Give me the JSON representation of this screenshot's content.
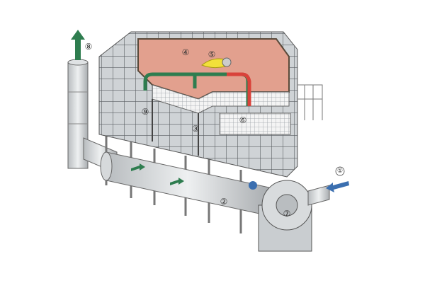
{
  "diagram": {
    "labels": {
      "l1": "①",
      "l2": "②",
      "l3": "③",
      "l4": "④",
      "l5": "⑤",
      "l6": "⑥",
      "l7": "⑦",
      "l8": "⑧",
      "l9": "⑨"
    },
    "colors": {
      "chamber": "#e2a08e",
      "casing": "#c9cdd0",
      "grid": "#5a5f63",
      "flow_green": "#2e7d4f",
      "flow_red": "#d9423a",
      "burner_flame": "#f2e03a",
      "inlet_blue": "#3b6fb0"
    }
  }
}
